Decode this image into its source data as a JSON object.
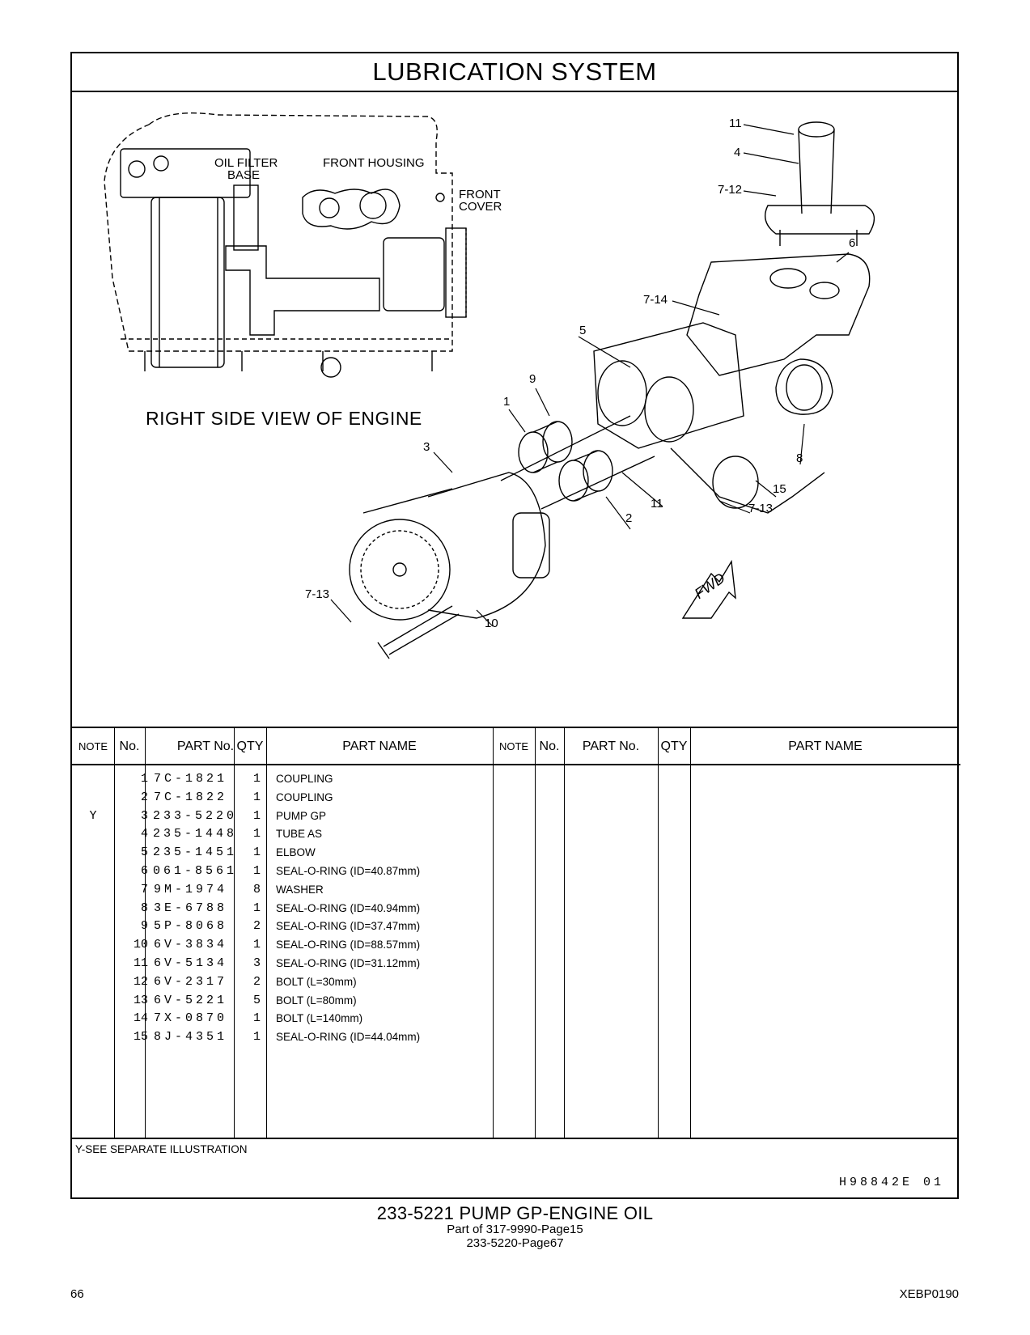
{
  "title": "LUBRICATION SYSTEM",
  "drawing": {
    "labels": {
      "oil_filter_base_1": "OIL FILTER",
      "oil_filter_base_2": "BASE",
      "front_housing": "FRONT HOUSING",
      "front_cover_1": "FRONT",
      "front_cover_2": "COVER",
      "view_caption": "RIGHT SIDE VIEW OF ENGINE",
      "fwd": "FWD"
    },
    "callouts": [
      "11",
      "4",
      "7-12",
      "6",
      "7-14",
      "5",
      "9",
      "1",
      "3",
      "8",
      "15",
      "7-13",
      "11",
      "2",
      "7-13",
      "10"
    ]
  },
  "table": {
    "headers": {
      "note": "NOTE",
      "no": "No.",
      "part_no": "PART No.",
      "qty": "QTY",
      "part_name": "PART NAME"
    },
    "rows": [
      {
        "note": "",
        "no": "1",
        "part_no": "7C-1821",
        "qty": "1",
        "name": "COUPLING"
      },
      {
        "note": "",
        "no": "2",
        "part_no": "7C-1822",
        "qty": "1",
        "name": "COUPLING"
      },
      {
        "note": "Y",
        "no": "3",
        "part_no": "233-5220",
        "qty": "1",
        "name": "PUMP GP"
      },
      {
        "note": "",
        "no": "4",
        "part_no": "235-1448",
        "qty": "1",
        "name": "TUBE AS"
      },
      {
        "note": "",
        "no": "5",
        "part_no": "235-1451",
        "qty": "1",
        "name": "ELBOW"
      },
      {
        "note": "",
        "no": "6",
        "part_no": "061-8561",
        "qty": "1",
        "name": "SEAL-O-RING (ID=40.87mm)"
      },
      {
        "note": "",
        "no": "7",
        "part_no": "9M-1974",
        "qty": "8",
        "name": "WASHER"
      },
      {
        "note": "",
        "no": "8",
        "part_no": "3E-6788",
        "qty": "1",
        "name": "SEAL-O-RING (ID=40.94mm)"
      },
      {
        "note": "",
        "no": "9",
        "part_no": "5P-8068",
        "qty": "2",
        "name": "SEAL-O-RING (ID=37.47mm)"
      },
      {
        "note": "",
        "no": "10",
        "part_no": "6V-3834",
        "qty": "1",
        "name": "SEAL-O-RING (ID=88.57mm)"
      },
      {
        "note": "",
        "no": "11",
        "part_no": "6V-5134",
        "qty": "3",
        "name": "SEAL-O-RING (ID=31.12mm)"
      },
      {
        "note": "",
        "no": "12",
        "part_no": "6V-2317",
        "qty": "2",
        "name": "BOLT (L=30mm)"
      },
      {
        "note": "",
        "no": "13",
        "part_no": "6V-5221",
        "qty": "5",
        "name": "BOLT (L=80mm)"
      },
      {
        "note": "",
        "no": "14",
        "part_no": "7X-0870",
        "qty": "1",
        "name": "BOLT (L=140mm)"
      },
      {
        "note": "",
        "no": "15",
        "part_no": "8J-4351",
        "qty": "1",
        "name": "SEAL-O-RING (ID=44.04mm)"
      }
    ]
  },
  "footnote": "Y-SEE SEPARATE ILLUSTRATION",
  "illustration_id": "H98842E 01",
  "caption": {
    "main": "233-5221 PUMP GP-ENGINE OIL",
    "line2": "Part of 317-9990-Page15",
    "line3": "233-5220-Page67"
  },
  "page_number": "66",
  "doc_code": "XEBP0190"
}
